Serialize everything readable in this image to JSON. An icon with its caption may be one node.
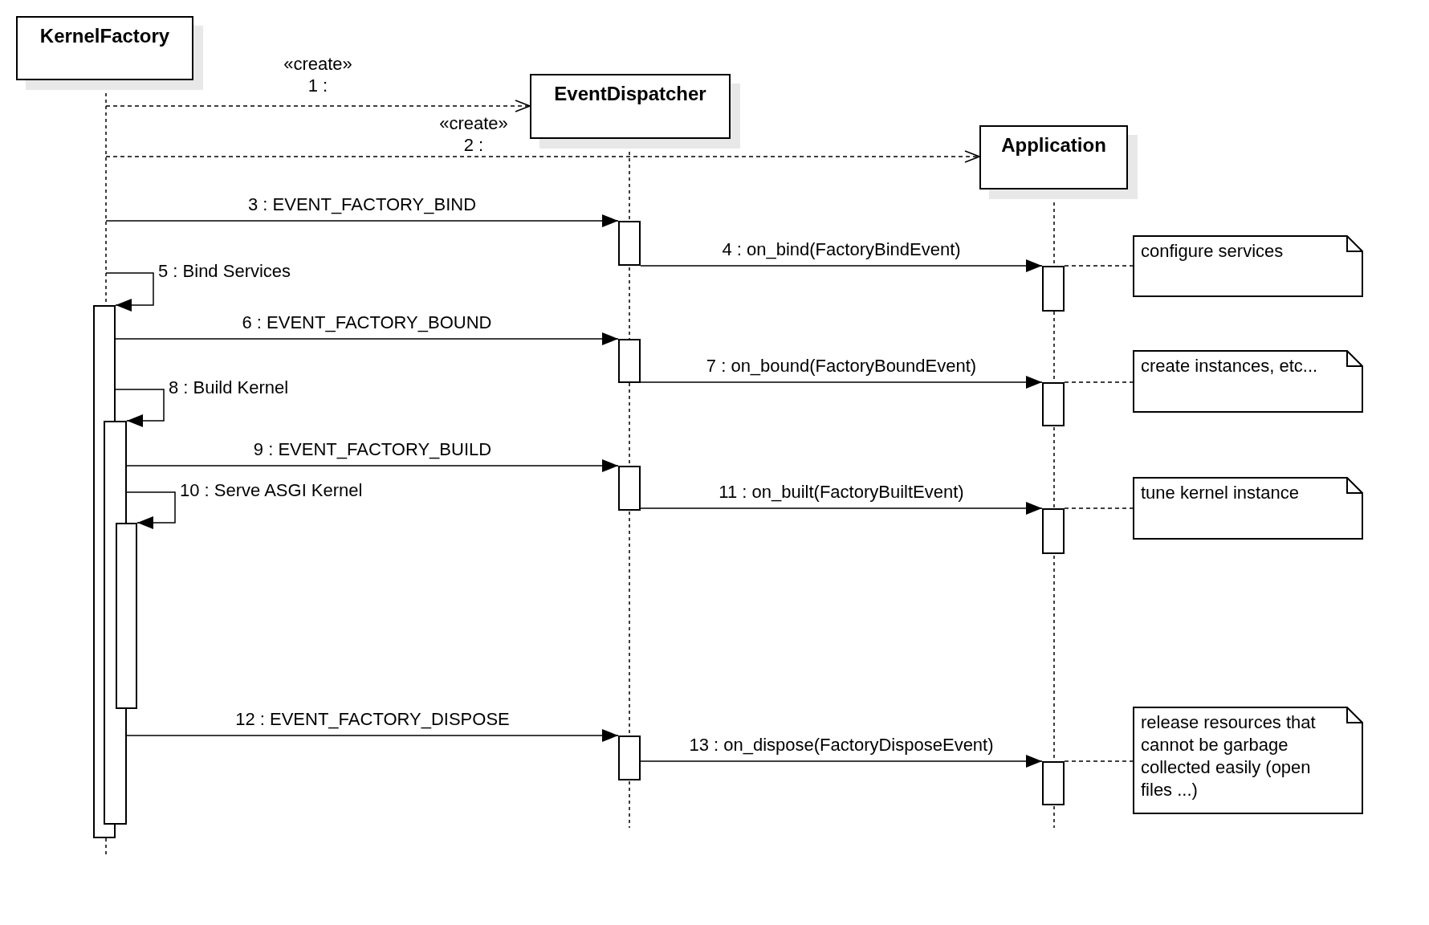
{
  "diagram": {
    "nodes": [
      {
        "text": [
          "KernelFactory"
        ]
      },
      {
        "text": [
          "EventDispatcher"
        ]
      },
      {
        "text": [
          "Application"
        ]
      },
      {
        "text": [],
        "shape": "bar"
      },
      {
        "text": [],
        "shape": "bar"
      },
      {
        "text": [],
        "shape": "bar"
      },
      {
        "text": [],
        "shape": "bar"
      },
      {
        "text": [],
        "shape": "bar"
      },
      {
        "text": [],
        "shape": "bar"
      },
      {
        "text": [],
        "shape": "bar"
      },
      {
        "text": [],
        "shape": "bar"
      },
      {
        "text": [],
        "shape": "bar"
      },
      {
        "text": [],
        "shape": "bar"
      },
      {
        "text": [],
        "shape": "bar"
      },
      {
        "text": [
          "configure services"
        ]
      },
      {
        "text": [
          "create instances, etc..."
        ]
      },
      {
        "text": [
          "tune kernel instance"
        ]
      },
      {
        "text": [
          "release resources that cannot be garbage collected easily (open files ...)"
        ]
      }
    ],
    "edges": [
      {
        "from": 0,
        "to": 1,
        "arrow": "to",
        "label": "«create» 1 :",
        "style": "dashed"
      },
      {
        "from": 0,
        "to": 2,
        "arrow": "to",
        "label": "«create» 2 :",
        "style": "dashed"
      },
      {
        "from": null,
        "to": 6,
        "arrow": "to",
        "label": "3 : EVENT_FACTORY_BIND"
      },
      {
        "from": 6,
        "to": 10,
        "arrow": "to",
        "label": "4 : on_bind(FactoryBindEvent)"
      },
      {
        "from": null,
        "to": 3,
        "arrow": "to",
        "label": "5 : Bind Services"
      },
      {
        "from": 3,
        "to": 7,
        "arrow": "to",
        "label": "6 : EVENT_FACTORY_BOUND"
      },
      {
        "from": 7,
        "to": 11,
        "arrow": "to",
        "label": "7 : on_bound(FactoryBoundEvent)"
      },
      {
        "from": 3,
        "to": 4,
        "arrow": "to",
        "label": "8 : Build Kernel"
      },
      {
        "from": 4,
        "to": 8,
        "arrow": "to",
        "label": "9 : EVENT_FACTORY_BUILD"
      },
      {
        "from": 4,
        "to": 5,
        "arrow": "to",
        "label": "10 : Serve ASGI Kernel"
      },
      {
        "from": 8,
        "to": 12,
        "arrow": "to",
        "label": "11 : on_built(FactoryBuiltEvent)"
      },
      {
        "from": 4,
        "to": 9,
        "arrow": "to",
        "label": "12 : EVENT_FACTORY_DISPOSE"
      },
      {
        "from": 9,
        "to": 13,
        "arrow": "to",
        "label": "13 : on_dispose(FactoryDisposeEvent)"
      },
      {
        "from": 10,
        "to": 14,
        "arrow": "none",
        "style": "dashed"
      },
      {
        "from": 11,
        "to": 15,
        "arrow": "none",
        "style": "dashed"
      },
      {
        "from": 12,
        "to": 16,
        "arrow": "none",
        "style": "dashed"
      },
      {
        "from": 13,
        "to": 17,
        "arrow": "none",
        "style": "dashed"
      }
    ]
  }
}
